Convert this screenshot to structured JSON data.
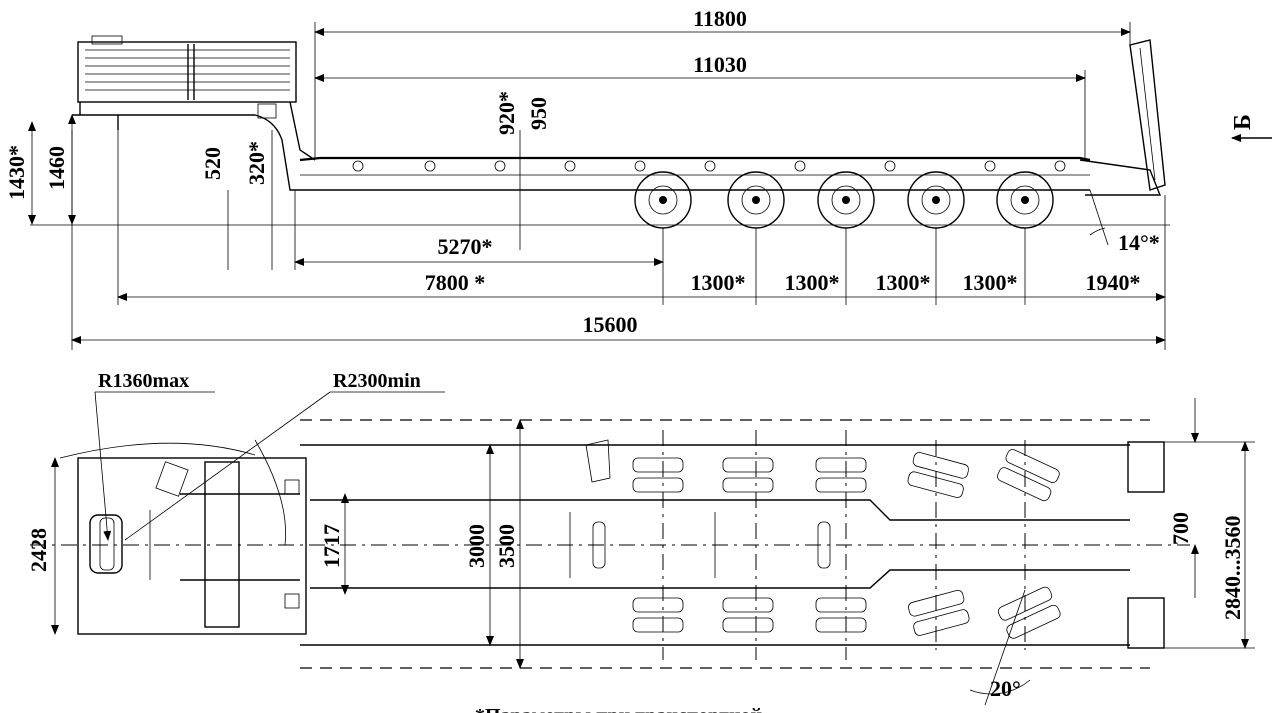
{
  "side_view": {
    "dims": {
      "overall_deck": "11800",
      "platform": "11030",
      "h920": "920*",
      "h950": "950",
      "h1430": "1430*",
      "h1460": "1460",
      "h520": "520",
      "h320": "320*",
      "d5270": "5270*",
      "d7800": "7800 *",
      "axle1": "1300*",
      "axle2": "1300*",
      "axle3": "1300*",
      "axle4": "1300*",
      "rear": "1940*",
      "angle": "14°*",
      "overall_length": "15600"
    },
    "view_label": "Б"
  },
  "top_view": {
    "dims": {
      "r_front": "R1360max",
      "r_turn": "R2300min",
      "w2428": "2428",
      "w1717": "1717",
      "w3000": "3000",
      "w3500": "3500",
      "w700": "700",
      "w_range": "2840...3560",
      "angle": "20°"
    },
    "caption": "*Параметры при транспортной"
  }
}
